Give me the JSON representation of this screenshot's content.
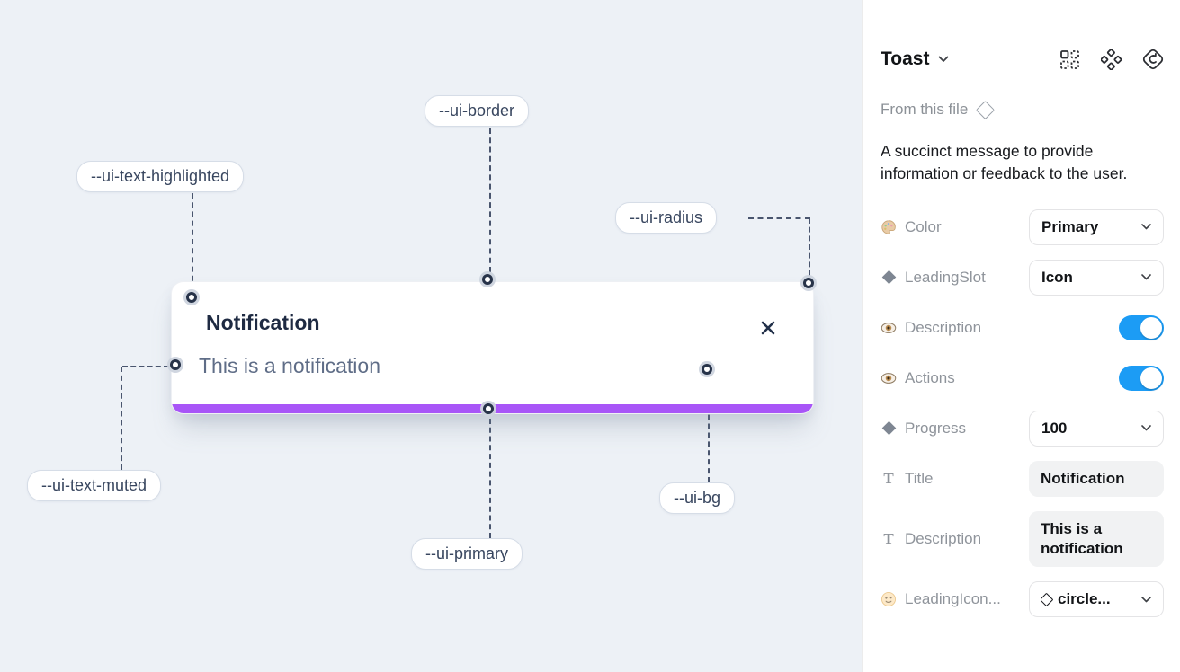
{
  "canvas": {
    "toast": {
      "title": "Notification",
      "description": "This is a notification"
    },
    "annotations": [
      {
        "id": "ui-text-highlighted",
        "label": "--ui-text-highlighted"
      },
      {
        "id": "ui-border",
        "label": "--ui-border"
      },
      {
        "id": "ui-radius",
        "label": "--ui-radius"
      },
      {
        "id": "ui-text-muted",
        "label": "--ui-text-muted"
      },
      {
        "id": "ui-primary",
        "label": "--ui-primary"
      },
      {
        "id": "ui-bg",
        "label": "--ui-bg"
      }
    ],
    "colors": {
      "canvas_bg": "#edf1f6",
      "primary_bar": "#a855f7"
    }
  },
  "panel": {
    "title": "Toast",
    "source": "From this file",
    "description": "A succinct message to provide information or feedback to the user.",
    "colors": {
      "toggle_on": "#1c9cf5"
    },
    "properties": [
      {
        "name": "Color",
        "icon": "palette-icon",
        "control": "select",
        "value": "Primary"
      },
      {
        "name": "LeadingSlot",
        "icon": "diamond-icon",
        "control": "select",
        "value": "Icon"
      },
      {
        "name": "Description",
        "icon": "eye-icon",
        "control": "toggle",
        "value": "on"
      },
      {
        "name": "Actions",
        "icon": "eye-icon",
        "control": "toggle",
        "value": "on"
      },
      {
        "name": "Progress",
        "icon": "diamond-icon",
        "control": "select",
        "value": "100"
      },
      {
        "name": "Title",
        "icon": "text-icon",
        "control": "text",
        "value": "Notification"
      },
      {
        "name": "Description",
        "icon": "text-icon",
        "control": "text",
        "value": "This is a notification"
      },
      {
        "name": "LeadingIcon...",
        "icon": "smiley-icon",
        "control": "select",
        "value": "circle..."
      }
    ]
  }
}
